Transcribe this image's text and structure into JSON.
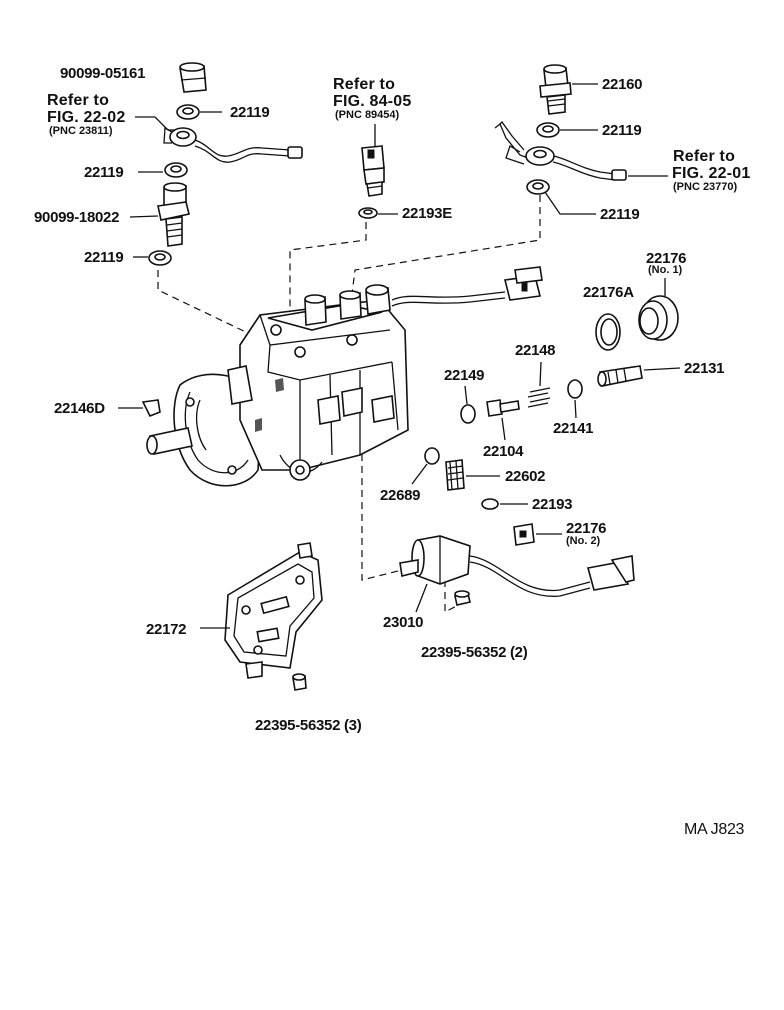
{
  "diagram": {
    "labels": {
      "p90099_05161": "90099-05161",
      "p22119_a": "22119",
      "p22119_b": "22119",
      "p90099_18022": "90099-18022",
      "p22119_c": "22119",
      "p22160": "22160",
      "p22119_d": "22119",
      "p22119_e": "22119",
      "p22193E": "22193E",
      "p22176_no1": "22176",
      "p22176_no1_sub": "(No. 1)",
      "p22176A": "22176A",
      "p22148": "22148",
      "p22149": "22149",
      "p22131": "22131",
      "p22146D": "22146D",
      "p22104": "22104",
      "p22141": "22141",
      "p22602": "22602",
      "p22689": "22689",
      "p22193": "22193",
      "p22176_no2": "22176",
      "p22176_no2_sub": "(No. 2)",
      "p22172": "22172",
      "p23010": "23010",
      "p22395_2": "22395-56352 (2)",
      "p22395_3": "22395-56352 (3)"
    },
    "refs": [
      {
        "line1": "Refer  to",
        "line2": "FIG. 22-02",
        "line3": "(PNC  23811)"
      },
      {
        "line1": "Refer  to",
        "line2": "FIG. 84-05",
        "line3": "(PNC  89454)"
      },
      {
        "line1": "Refer  to",
        "line2": "FIG. 22-01",
        "line3": "(PNC  23770)"
      }
    ],
    "code": "MA  J823"
  }
}
